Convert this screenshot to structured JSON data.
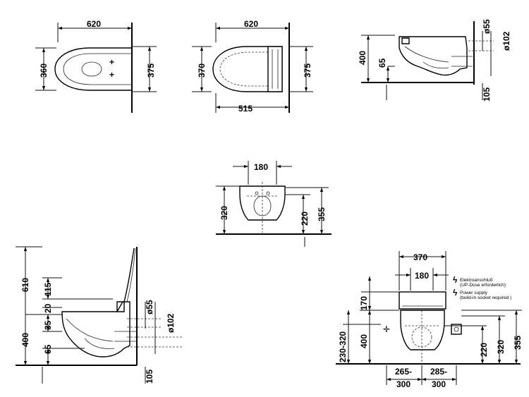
{
  "views": {
    "top_pan": {
      "width": "620",
      "depth": "360",
      "overall": "375"
    },
    "top_seat": {
      "width": "620",
      "depth": "370",
      "overall": "375",
      "seat_length": "515"
    },
    "side_pan": {
      "height": "400",
      "outlet_height": "65",
      "pipe_small": "ø55",
      "pipe_large": "ø102",
      "floor_gap": "105"
    },
    "front_pan": {
      "width": "180",
      "height": "320",
      "outlet": "220",
      "overall": "355"
    },
    "side_seat": {
      "height": "610",
      "top_gap": "115",
      "gap_small": "20",
      "gap_mid": "35",
      "height_400": "400",
      "outlet_height": "65",
      "pipe_small": "ø55",
      "pipe_large": "ø102",
      "floor_gap": "105"
    },
    "front_seat": {
      "width_outer": "370",
      "width_inner": "180",
      "upper": "170",
      "range": "230-320",
      "height_400": "400",
      "outlet": "220",
      "height_320": "320",
      "overall": "355",
      "left_offset_a": "265-",
      "left_offset_b": "300",
      "right_offset_a": "285-",
      "right_offset_b": "300",
      "note_de_1": "Elektroanschluß",
      "note_de_2": "(UP-Dose erforderlich)",
      "note_en_1": "Power supply",
      "note_en_2": "(build-in socket required )"
    }
  }
}
